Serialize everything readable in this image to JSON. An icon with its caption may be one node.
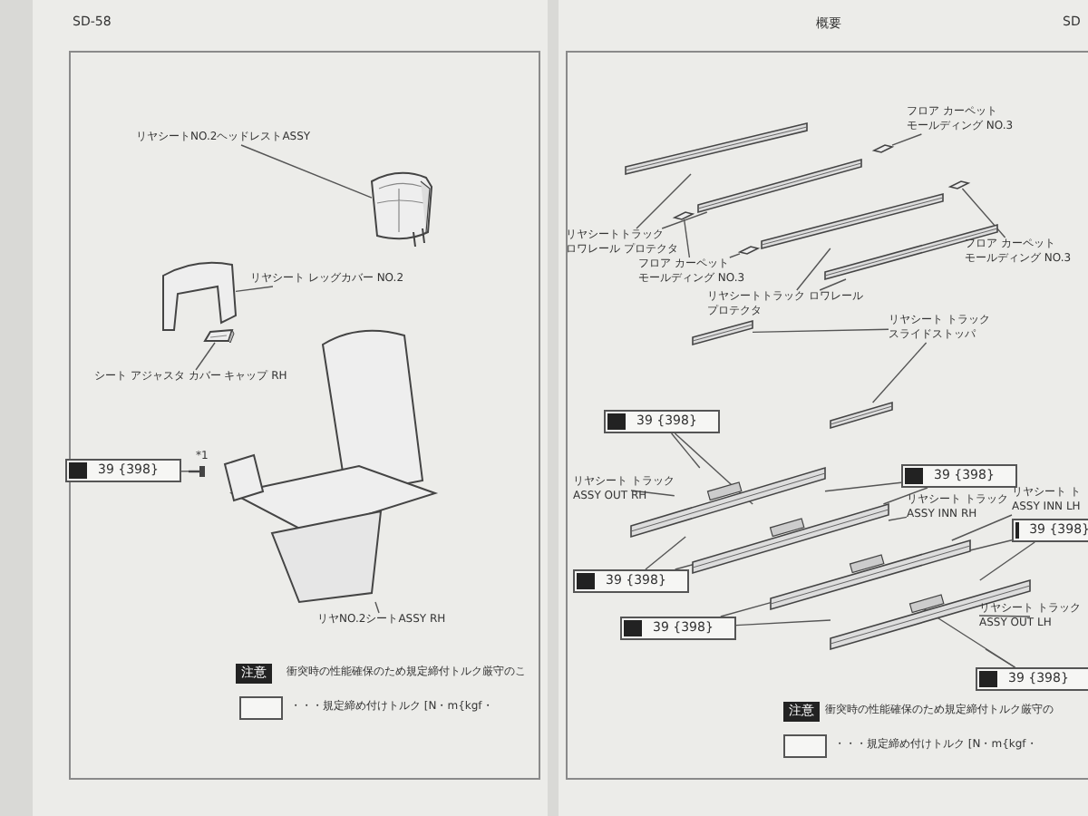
{
  "diagram": {
    "nodes": [
      {
        "text": [
          "リヤシートNO.2ヘッドレストASSY"
        ]
      },
      {
        "text": [],
        "shape": "picture"
      },
      {
        "text": [
          "リヤシート レッグカバー NO.2"
        ]
      },
      {
        "text": [],
        "shape": "picture"
      },
      {
        "text": [
          "シート アジャスタ カバー キャップ RH"
        ]
      },
      {
        "text": [],
        "shape": "picture"
      },
      {
        "text": [
          "39 {398}"
        ]
      },
      {
        "text": [],
        "shape": "picture"
      },
      {
        "text": [
          "リヤNO.2シートASSY RH"
        ]
      },
      {
        "text": [],
        "shape": "picture"
      },
      {
        "text": [],
        "shape": "picture"
      },
      {
        "text": [],
        "shape": "picture"
      },
      {
        "text": [],
        "shape": "picture"
      },
      {
        "text": [],
        "shape": "picture"
      },
      {
        "text": [],
        "shape": "picture"
      },
      {
        "text": [],
        "shape": "picture"
      },
      {
        "text": [],
        "shape": "picture"
      },
      {
        "text": [],
        "shape": "picture"
      },
      {
        "text": [
          "フロア カーペットモールディング NO.3"
        ]
      },
      {
        "text": [
          "リヤシートトラックロワレール プロテクタ"
        ]
      },
      {
        "text": [
          "フロア カーペットモールディング NO.3"
        ]
      },
      {
        "text": [
          "フロア カーペットモールディング NO.3"
        ]
      },
      {
        "text": [
          "リヤシートトラック ロワレールプロテクタ"
        ]
      },
      {
        "text": [
          "リヤシート トラックスライドストッパ"
        ]
      },
      {
        "text": [],
        "shape": "picture"
      },
      {
        "text": [],
        "shape": "picture"
      },
      {
        "text": [
          "39 {398}"
        ]
      },
      {
        "text": [
          "リヤシート トラックASSY OUT RH"
        ]
      },
      {
        "text": [
          "39 {398}"
        ]
      },
      {
        "text": [
          "リヤシート トラックASSY INN RH"
        ]
      },
      {
        "text": [
          "リヤシート トASSY INN LH"
        ]
      },
      {
        "text": [
          "39 {398}"
        ]
      },
      {
        "text": [
          "39 {398}"
        ]
      },
      {
        "text": [
          "39 {398}"
        ]
      },
      {
        "text": [
          "リヤシート トラックASSY OUT LH"
        ]
      },
      {
        "text": [
          "39 {398}"
        ]
      },
      {
        "text": [],
        "shape": "picture"
      },
      {
        "text": [],
        "shape": "picture"
      },
      {
        "text": [],
        "shape": "picture"
      },
      {
        "text": [],
        "shape": "picture"
      }
    ],
    "edges": [
      {
        "from": 0,
        "to": 1,
        "arrow": "none"
      },
      {
        "from": 2,
        "to": 3,
        "arrow": "none"
      },
      {
        "from": 4,
        "to": 5,
        "arrow": "none"
      },
      {
        "from": 6,
        "to": 7,
        "arrow": "none"
      },
      {
        "from": 8,
        "to": 9,
        "arrow": "none"
      },
      {
        "from": 18,
        "to": 14,
        "arrow": "none"
      },
      {
        "from": 19,
        "to": 10,
        "arrow": "none"
      },
      {
        "from": 19,
        "to": 11,
        "arrow": "none"
      },
      {
        "from": 20,
        "to": 15,
        "arrow": "none"
      },
      {
        "from": 20,
        "to": 16,
        "arrow": "none"
      },
      {
        "from": 21,
        "to": 17,
        "arrow": "none"
      },
      {
        "from": 22,
        "to": 12,
        "arrow": "none"
      },
      {
        "from": 22,
        "to": 13,
        "arrow": "none"
      },
      {
        "from": 23,
        "to": 24,
        "arrow": "none"
      },
      {
        "from": 23,
        "to": 25,
        "arrow": "none"
      },
      {
        "from": 26,
        "to": 36,
        "arrow": "none"
      },
      {
        "from": 26,
        "to": 37,
        "arrow": "none"
      },
      {
        "from": 27,
        "to": 36,
        "arrow": "none"
      },
      {
        "from": 28,
        "to": 36,
        "arrow": "none"
      },
      {
        "from": 28,
        "to": 37,
        "arrow": "none"
      },
      {
        "from": 29,
        "to": 37,
        "arrow": "none"
      },
      {
        "from": 30,
        "to": 38,
        "arrow": "none"
      },
      {
        "from": 31,
        "to": 38,
        "arrow": "none"
      },
      {
        "from": 31,
        "to": 39,
        "arrow": "none"
      },
      {
        "from": 32,
        "to": 36,
        "arrow": "none"
      },
      {
        "from": 32,
        "to": 37,
        "arrow": "none"
      },
      {
        "from": 33,
        "to": 38,
        "arrow": "none"
      },
      {
        "from": 33,
        "to": 39,
        "arrow": "none"
      },
      {
        "from": 34,
        "to": 39,
        "arrow": "none"
      },
      {
        "from": 35,
        "to": 38,
        "arrow": "none"
      },
      {
        "from": 35,
        "to": 39,
        "arrow": "none"
      }
    ],
    "labels": [
      "SD-58",
      "*1",
      "注意",
      "衝突時の性能確保のため規定締付トルク厳守のこ",
      "概要",
      "SD",
      "注意",
      "衝突時の性能確保のため規定締付トルク厳守の"
    ],
    "legend": [
      {
        "text": "・・・規定締め付けトルク [N・m{kgf・"
      },
      {
        "text": "・・・規定締め付けトルク [N・m{kgf・"
      }
    ]
  }
}
